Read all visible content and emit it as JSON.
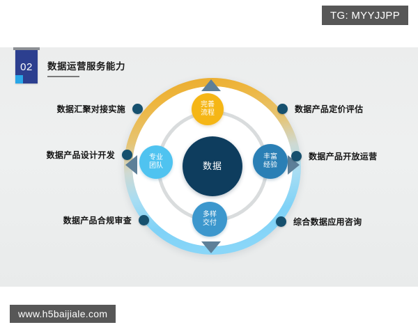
{
  "watermarks": {
    "top": "TG: MYYJJPP",
    "bottom": "www.h5baijiale.com"
  },
  "slide": {
    "section_number": "02",
    "title": "数据运营服务能力",
    "accent_blue": "#2c3f8f",
    "accent_cyan": "#29a6e8",
    "background": "#eceded"
  },
  "diagram": {
    "type": "radial-cycle",
    "center": {
      "label": "数据",
      "color": "#0e3d5e"
    },
    "ring": {
      "top_color": "#eeb53c",
      "bottom_color": "#7fd2f7",
      "inner_ring_color": "#d9dcdd"
    },
    "arrow_color": "#5d7f98",
    "bubbles": [
      {
        "position": "top",
        "line1": "完善",
        "line2": "流程",
        "color": "#f5b616"
      },
      {
        "position": "left",
        "line1": "专业",
        "line2": "团队",
        "color": "#4fc3f0"
      },
      {
        "position": "right",
        "line1": "丰富",
        "line2": "经验",
        "color": "#2a7fb5"
      },
      {
        "position": "bottom",
        "line1": "多样",
        "line2": "交付",
        "color": "#3c97cd"
      }
    ],
    "nodes_left": [
      {
        "label": "数据汇聚对接实施",
        "dot_color": "#16506e"
      },
      {
        "label": "数据产品设计开发",
        "dot_color": "#16506e"
      },
      {
        "label": "数据产品合规审查",
        "dot_color": "#16506e"
      }
    ],
    "nodes_right": [
      {
        "label": "数据产品定价评估",
        "dot_color": "#16506e"
      },
      {
        "label": "数据产品开放运营",
        "dot_color": "#16506e"
      },
      {
        "label": "综合数据应用咨询",
        "dot_color": "#16506e"
      }
    ]
  }
}
